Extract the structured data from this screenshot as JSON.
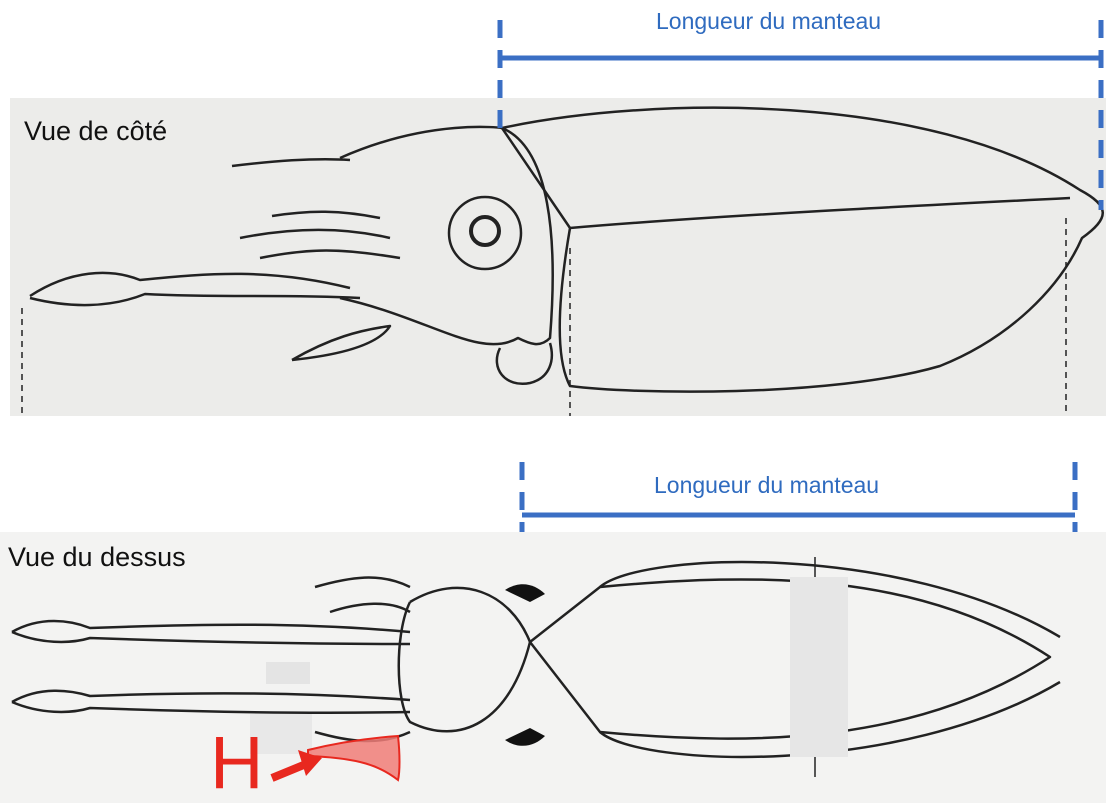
{
  "side_view": {
    "label": "Vue de côté",
    "measure_label": "Longueur du manteau"
  },
  "top_view": {
    "label": "Vue du dessus",
    "measure_label": "Longueur du manteau"
  },
  "marker": {
    "label": "H"
  },
  "colors": {
    "measure": "#3b6fc4",
    "measure_text": "#2f6bbf",
    "marker": "#e8281f",
    "drawing": "#222222"
  }
}
